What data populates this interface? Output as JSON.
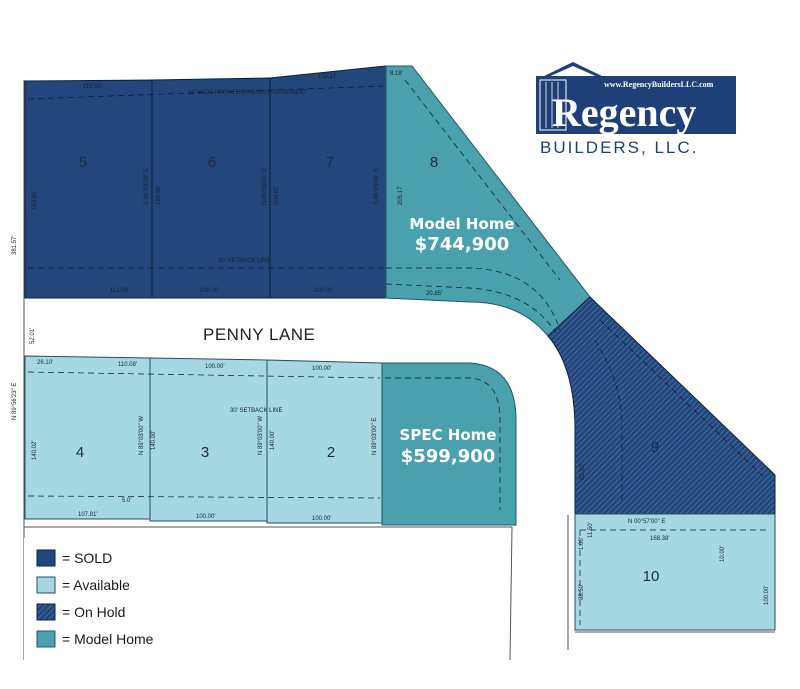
{
  "colors": {
    "sold": "#23477c",
    "available": "#a6d8e4",
    "on_hold": "#23477c",
    "model_home": "#4aa0ac",
    "brand_blue": "#1f3f78"
  },
  "logo": {
    "url": "www.RegencyBuildersLLC.com",
    "name": "Regency",
    "subtitle": "BUILDERS, LLC."
  },
  "street": "PENNY LANE",
  "lots": [
    {
      "id": "5",
      "label": "5",
      "status": "sold"
    },
    {
      "id": "6",
      "label": "6",
      "status": "sold"
    },
    {
      "id": "7",
      "label": "7",
      "status": "sold"
    },
    {
      "id": "8",
      "label": "8",
      "status": "model_home"
    },
    {
      "id": "9",
      "label": "9",
      "status": "on_hold"
    },
    {
      "id": "10",
      "label": "10",
      "status": "available"
    },
    {
      "id": "2",
      "label": "2",
      "status": "available"
    },
    {
      "id": "3",
      "label": "3",
      "status": "available"
    },
    {
      "id": "4",
      "label": "4",
      "status": "available"
    },
    {
      "id": "spec",
      "label": "",
      "status": "model_home"
    }
  ],
  "callouts": {
    "model_home": {
      "title": "Model Home",
      "price": "$744,900"
    },
    "spec_home": {
      "title": "SPEC Home",
      "price": "$599,900"
    }
  },
  "dimensions": {
    "lot5_top": "115.50'",
    "lot7_top": "100.17'",
    "lot8_top": "8.18'",
    "easement": "10' WIDE PRIVATE DRAINAGE EASEMENT",
    "west_line": "381.57'",
    "lot5_depth": "153.50'",
    "lot6_bearing": "S 89°03'00\" E",
    "lot6_depth": "198.38'",
    "lot7_bearing": "N 89°03'00\" E",
    "lot7_depth": "200.82'",
    "lot8_bearing": "S 89°03'00\" E",
    "lot8_depth": "205.17'",
    "setback_north": "30' SETBACK LINE",
    "lot6_front": "100.00'",
    "lot7_front": "100.00'",
    "lot5_front": "112.00'",
    "lot8_front": "20.85'",
    "row_width": "52.01'",
    "lot4_top": "26.10'",
    "lot3_top": "110.08'",
    "lot2_top": "100.00'",
    "lot1_top": "100.00'",
    "west_bearing": "N 89°56'23\" E",
    "lot4_depth": "140.02'",
    "lot3_bearing": "N 89°03'00\" W",
    "lot3_depth": "140.00'",
    "lot2_bearing": "N 89°03'00\" W",
    "lot2_depth": "140.00'",
    "spec_bearing": "N 89°03'00\" E",
    "setback_south": "30' SETBACK LINE",
    "lot4_bottom": "107.81'",
    "lot3_bottom": "100.00'",
    "lot2_bottom": "100.00'",
    "side_setback": "5.0'",
    "lot10_bearing": "N 00°57'00\" E",
    "lot10_width": "168.38'",
    "lot10_depth": "88.50'",
    "lot10_side": "100.00'",
    "lot9_front": "82.50'",
    "lot10_small": "1.00'",
    "lot10_small2": "11.50'",
    "rear_yard": "10.00'"
  },
  "legend": [
    {
      "key": "sold",
      "label": "= SOLD"
    },
    {
      "key": "available",
      "label": "= Available"
    },
    {
      "key": "on_hold",
      "label": "= On Hold"
    },
    {
      "key": "model_home",
      "label": "= Model Home"
    }
  ]
}
